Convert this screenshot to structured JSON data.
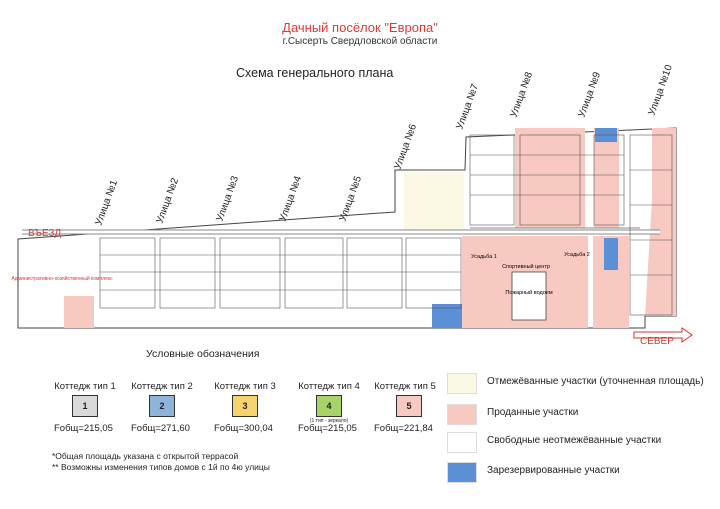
{
  "header": {
    "title": "Дачный посёлок \"Европа\"",
    "subtitle": "г.Сысерть Свердловской области",
    "scheme": "Схема генерального плана"
  },
  "map": {
    "streets": [
      "Улица №1",
      "Улица №2",
      "Улица №3",
      "Улица №4",
      "Улица №5",
      "Улица №6",
      "Улица №7",
      "Улица №8",
      "Улица №9",
      "Улица №10"
    ],
    "entry_label": "ВЪЕЗД",
    "north_label": "СЕВЕР",
    "admin_label": "Административно-хозяйственный комплекс",
    "estate1_label": "Усадьба 1",
    "estate2_label": "Усадьба 2",
    "sport_label": "Спортивный центр",
    "pond_label": "Пожарный водоем",
    "colors": {
      "delimited": "#fbf9e4",
      "sold": "#f7c9c1",
      "free": "#ffffff",
      "reserved": "#5b8fd6",
      "road": "#ffffff",
      "boundary": "#444444",
      "accent": "#e23a32"
    }
  },
  "legend": {
    "title": "Условные обозначения",
    "cottages": [
      {
        "name": "Коттедж тип 1",
        "num": "1",
        "area": "Fобщ=215,05",
        "color": "#d9d9d9"
      },
      {
        "name": "Коттедж тип 2",
        "num": "2",
        "area": "Fобщ=271,60",
        "color": "#8fb4d9"
      },
      {
        "name": "Коттедж тип 3",
        "num": "3",
        "area": "Fобщ=300,04",
        "color": "#f5d36e"
      },
      {
        "name": "Коттедж тип 4",
        "num": "4",
        "area": "Fобщ=215,05",
        "color": "#a8d36a",
        "note": "(1 тип - зеркало)"
      },
      {
        "name": "Коттедж тип 5",
        "num": "5",
        "area": "Fобщ=221,84",
        "color": "#f7c9c1"
      }
    ],
    "areas": [
      {
        "label": "Отмежёванные участки (уточненная площадь)",
        "color": "#fbf9e4"
      },
      {
        "label": "Проданные участки",
        "color": "#f7c9c1"
      },
      {
        "label": "Свободные неотмежёванные участки",
        "color": "#ffffff"
      },
      {
        "label": "Зарезервированные участки",
        "color": "#5b8fd6"
      }
    ]
  },
  "footnotes": [
    "*Общая площадь указана с открытой террасой",
    "** Возможны изменения типов домов с 1й по 4ю улицы"
  ]
}
